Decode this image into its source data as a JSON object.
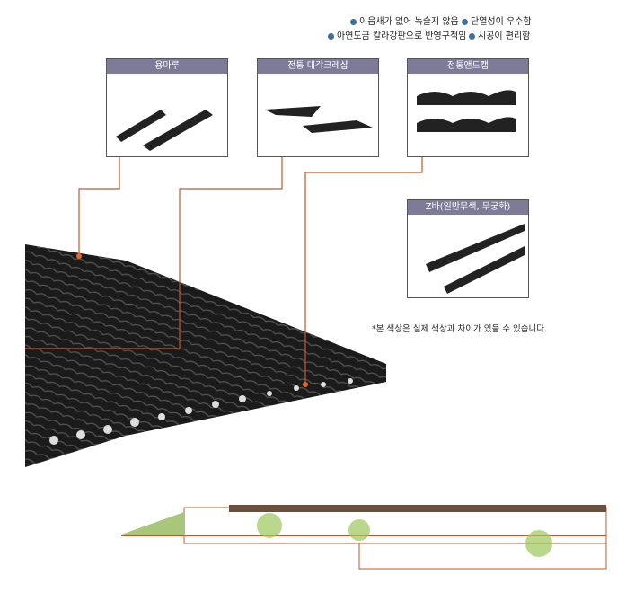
{
  "features": [
    "이음새가 없어 녹슬지 않음",
    "단열성이 우수함",
    "아연도금 칼라강판으로 반영구적임",
    "시공이 편리함"
  ],
  "panels": [
    "용마루",
    "전통 대각크레샵",
    "전통앤드캡",
    "Z바(일반무색, 무궁화)"
  ],
  "note": "*본 색상은 실제 색상과 차이가 있을 수 있습니다.",
  "colors": {
    "accent": "#3f6f9e",
    "header": "#7d7b98",
    "leader": "#c8562a"
  }
}
